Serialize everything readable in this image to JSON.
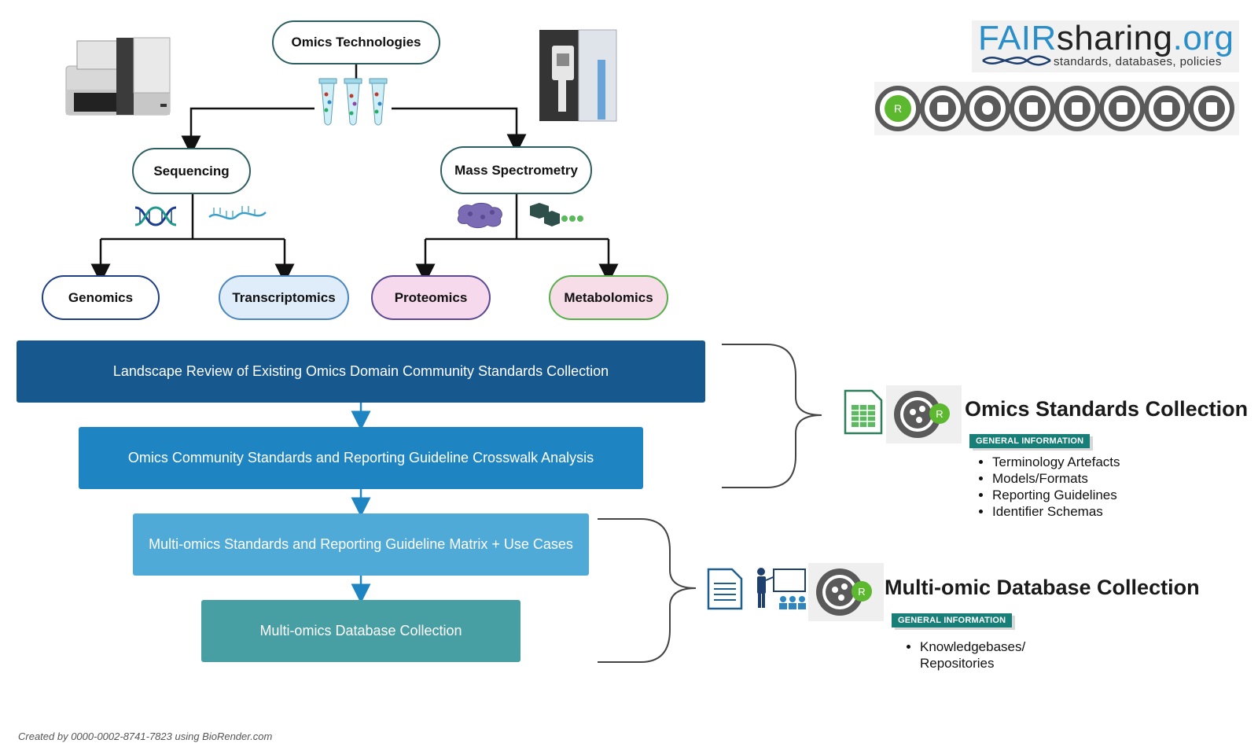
{
  "tree": {
    "root": "Omics Technologies",
    "branches": [
      "Sequencing",
      "Mass Spectrometry"
    ],
    "leaves": [
      "Genomics",
      "Transcriptomics",
      "Proteomics",
      "Metabolomics"
    ]
  },
  "workflow": {
    "steps": [
      "Landscape Review of Existing Omics Domain Community Standards Collection",
      "Omics Community Standards and Reporting Guideline Crosswalk Analysis",
      "Multi-omics Standards and Reporting Guideline Matrix + Use Cases",
      "Multi-omics Database Collection"
    ]
  },
  "collections": {
    "standards": {
      "title": "Omics Standards Collection",
      "badge": "GENERAL INFORMATION",
      "items": [
        "Terminology Artefacts",
        "Models/Formats",
        "Reporting Guidelines",
        "Identifier Schemas"
      ]
    },
    "database": {
      "title": "Multi-omic Database Collection",
      "badge": "GENERAL INFORMATION",
      "items": [
        "Knowledgebases/",
        "Repositories"
      ]
    }
  },
  "logo": {
    "fair": "FAIR",
    "sharing": "sharing",
    "org": ".org",
    "tagline": "standards, databases, policies"
  },
  "icon_badge_letter": "R",
  "icon_names": [
    "registry-icon",
    "gear-icon",
    "user-icon",
    "document-icon",
    "database-icon",
    "policy-icon",
    "laptop-code-icon",
    "id-icon"
  ],
  "credit": "Created by 0000-0002-8741-7823 using BioRender.com",
  "colors": {
    "step1": "#17588f",
    "step2": "#1e84c2",
    "step3": "#4faad7",
    "step4": "#479ea3",
    "badge": "#177f78",
    "r_green": "#5cb82f",
    "genomics_border": "#1e3f84",
    "transcriptomics_border": "#4b87be",
    "proteomics_border": "#5b4a91",
    "metabolomics_border": "#55b04a"
  }
}
